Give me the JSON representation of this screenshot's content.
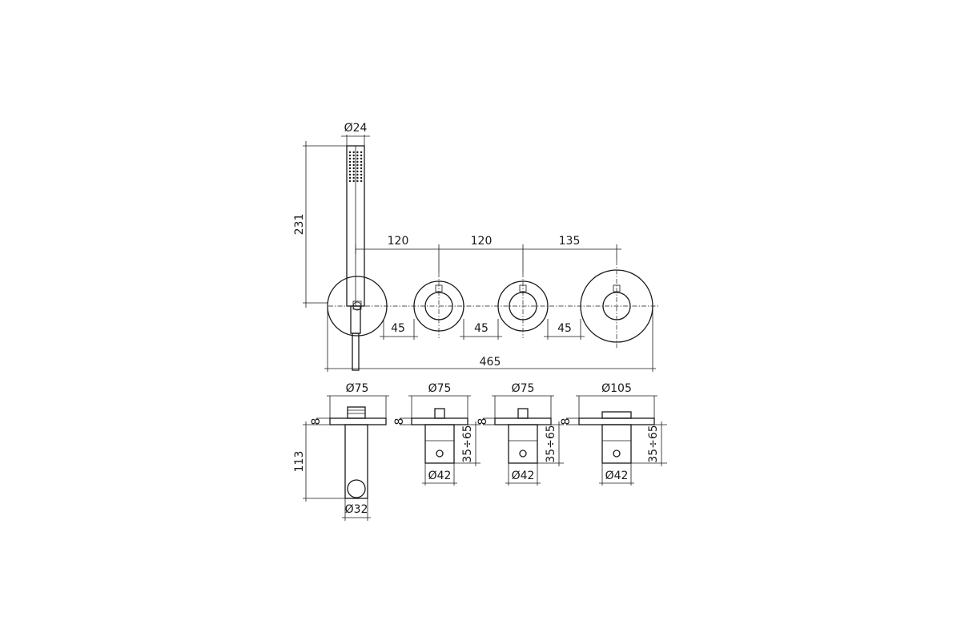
{
  "front_view": {
    "dimensions": {
      "hand_shower_diameter": "Ø24",
      "hand_shower_height": "231",
      "spacing_1": "120",
      "spacing_2": "120",
      "spacing_3": "135",
      "gap_1": "45",
      "gap_2": "45",
      "gap_3": "45",
      "overall_width": "465"
    }
  },
  "side_views": {
    "holder": {
      "plate_diameter": "Ø75",
      "plate_thickness": "8",
      "depth": "113",
      "body_diameter": "Ø32"
    },
    "valve_1": {
      "plate_diameter": "Ø75",
      "plate_thickness": "8",
      "body_diameter": "Ø42",
      "adjust_range": "35÷65"
    },
    "valve_2": {
      "plate_diameter": "Ø75",
      "plate_thickness": "8",
      "body_diameter": "Ø42",
      "adjust_range": "35÷65"
    },
    "valve_3": {
      "plate_diameter": "Ø105",
      "plate_thickness": "8",
      "body_diameter": "Ø42",
      "adjust_range": "35÷65"
    }
  }
}
